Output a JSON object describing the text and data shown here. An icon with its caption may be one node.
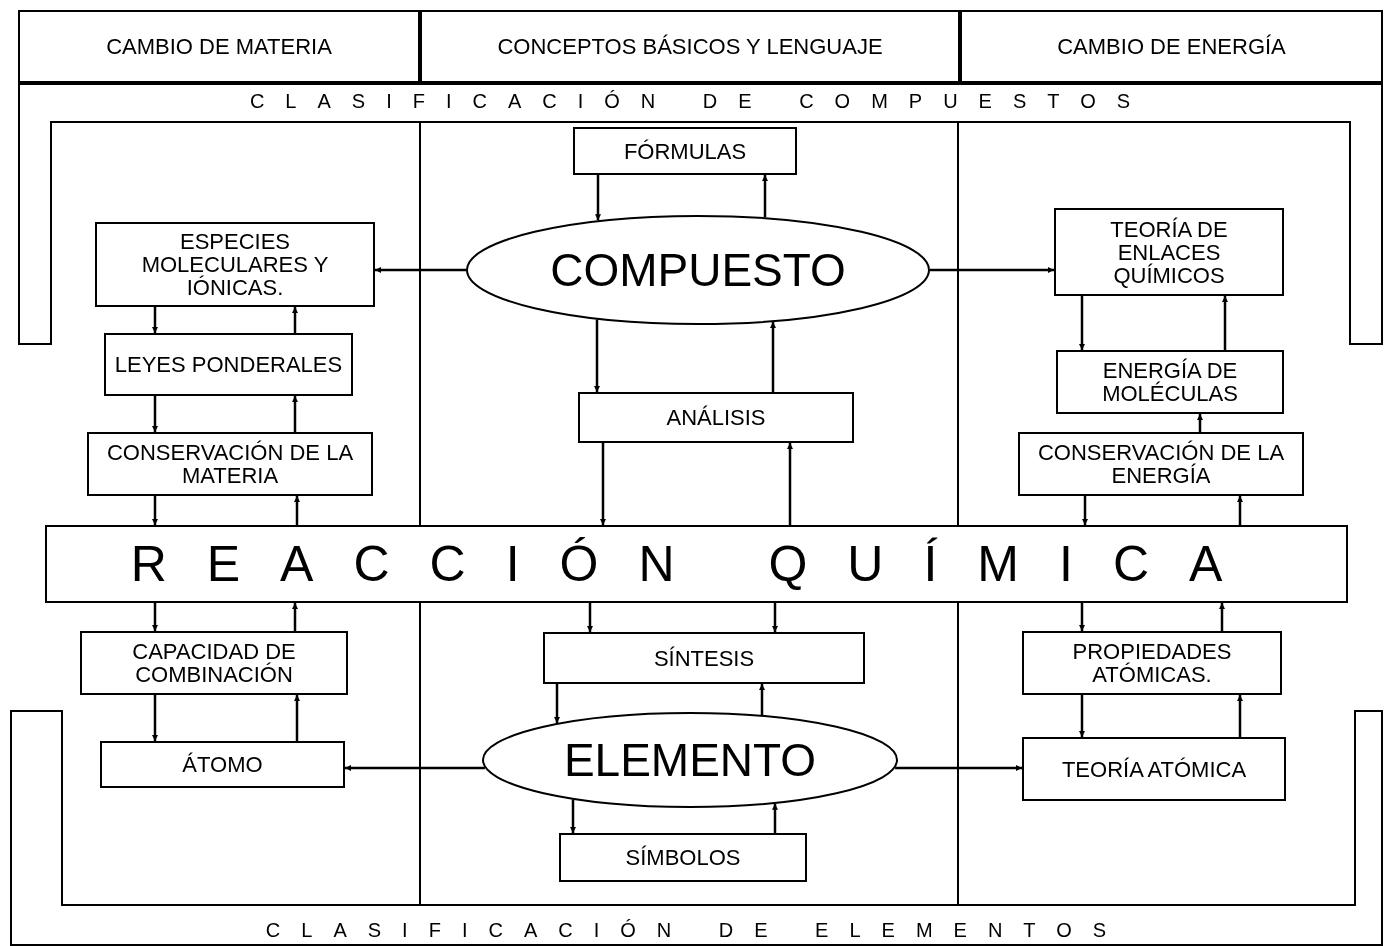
{
  "diagram": {
    "nodes": [
      {
        "text": [
          "CAMBIO DE MATERIA"
        ]
      },
      {
        "text": [
          "CONCEPTOS BÁSICOS Y LENGUAJE"
        ]
      },
      {
        "text": [
          "CAMBIO DE ENERGÍA"
        ]
      },
      {
        "text": [
          "CLASIFICACIÓN DE COMPUESTOS"
        ]
      },
      {
        "text": [
          "FÓRMULAS"
        ]
      },
      {
        "text": [
          "COMPUESTO"
        ]
      },
      {
        "text": [
          "ESPECIES MOLECULARES Y IÓNICAS."
        ]
      },
      {
        "text": [
          "TEORÍA DE ENLACES QUÍMICOS"
        ]
      },
      {
        "text": [
          "LEYES PONDERALES"
        ]
      },
      {
        "text": [
          "ENERGÍA DE MOLÉCULAS"
        ]
      },
      {
        "text": [
          "ANÁLISIS"
        ]
      },
      {
        "text": [
          "CONSERVACIÓN DE LA MATERIA"
        ]
      },
      {
        "text": [
          "CONSERVACIÓN DE LA ENERGÍA"
        ]
      },
      {
        "text": [
          "REACCIÓN QUÍMICA"
        ]
      },
      {
        "text": [
          "CAPACIDAD DE COMBINACIÓN"
        ]
      },
      {
        "text": [
          "SÍNTESIS"
        ]
      },
      {
        "text": [
          "PROPIEDADES ATÓMICAS."
        ]
      },
      {
        "text": [
          "ÁTOMO"
        ]
      },
      {
        "text": [
          "ELEMENTO"
        ]
      },
      {
        "text": [
          "TEORÍA ATÓMICA"
        ]
      },
      {
        "text": [
          "SÍMBOLOS"
        ]
      },
      {
        "text": [
          "CLASIFICACIÓN DE ELEMENTOS"
        ]
      }
    ],
    "edges": [
      {
        "from": 4,
        "to": 5,
        "arrow": "to"
      },
      {
        "from": 5,
        "to": 4,
        "arrow": "to"
      },
      {
        "from": 5,
        "to": 6,
        "arrow": "to"
      },
      {
        "from": 5,
        "to": 7,
        "arrow": "to"
      },
      {
        "from": 6,
        "to": 8,
        "arrow": "to"
      },
      {
        "from": 8,
        "to": 6,
        "arrow": "to"
      },
      {
        "from": 8,
        "to": 11,
        "arrow": "to"
      },
      {
        "from": 11,
        "to": 8,
        "arrow": "to"
      },
      {
        "from": 11,
        "to": 13,
        "arrow": "to"
      },
      {
        "from": 13,
        "to": 11,
        "arrow": "to"
      },
      {
        "from": 7,
        "to": 9,
        "arrow": "to"
      },
      {
        "from": 9,
        "to": 7,
        "arrow": "to"
      },
      {
        "from": 12,
        "to": 9,
        "arrow": "to"
      },
      {
        "from": 12,
        "to": 13,
        "arrow": "to"
      },
      {
        "from": 13,
        "to": 12,
        "arrow": "to"
      },
      {
        "from": 5,
        "to": 10,
        "arrow": "to"
      },
      {
        "from": 10,
        "to": 5,
        "arrow": "to"
      },
      {
        "from": 10,
        "to": 13,
        "arrow": "to"
      },
      {
        "from": 13,
        "to": 10,
        "arrow": "to"
      },
      {
        "from": 13,
        "to": 14,
        "arrow": "to"
      },
      {
        "from": 14,
        "to": 13,
        "arrow": "to"
      },
      {
        "from": 14,
        "to": 17,
        "arrow": "to"
      },
      {
        "from": 17,
        "to": 14,
        "arrow": "to"
      },
      {
        "from": 13,
        "to": 15,
        "arrow": "to"
      },
      {
        "from": 13,
        "to": 15,
        "arrow": "to"
      },
      {
        "from": 15,
        "to": 18,
        "arrow": "to"
      },
      {
        "from": 18,
        "to": 15,
        "arrow": "to"
      },
      {
        "from": 18,
        "to": 17,
        "arrow": "to"
      },
      {
        "from": 18,
        "to": 19,
        "arrow": "to"
      },
      {
        "from": 18,
        "to": 20,
        "arrow": "to"
      },
      {
        "from": 20,
        "to": 18,
        "arrow": "to"
      },
      {
        "from": 13,
        "to": 16,
        "arrow": "to"
      },
      {
        "from": 16,
        "to": 13,
        "arrow": "to"
      },
      {
        "from": 16,
        "to": 19,
        "arrow": "to"
      },
      {
        "from": 19,
        "to": 16,
        "arrow": "to"
      }
    ]
  }
}
